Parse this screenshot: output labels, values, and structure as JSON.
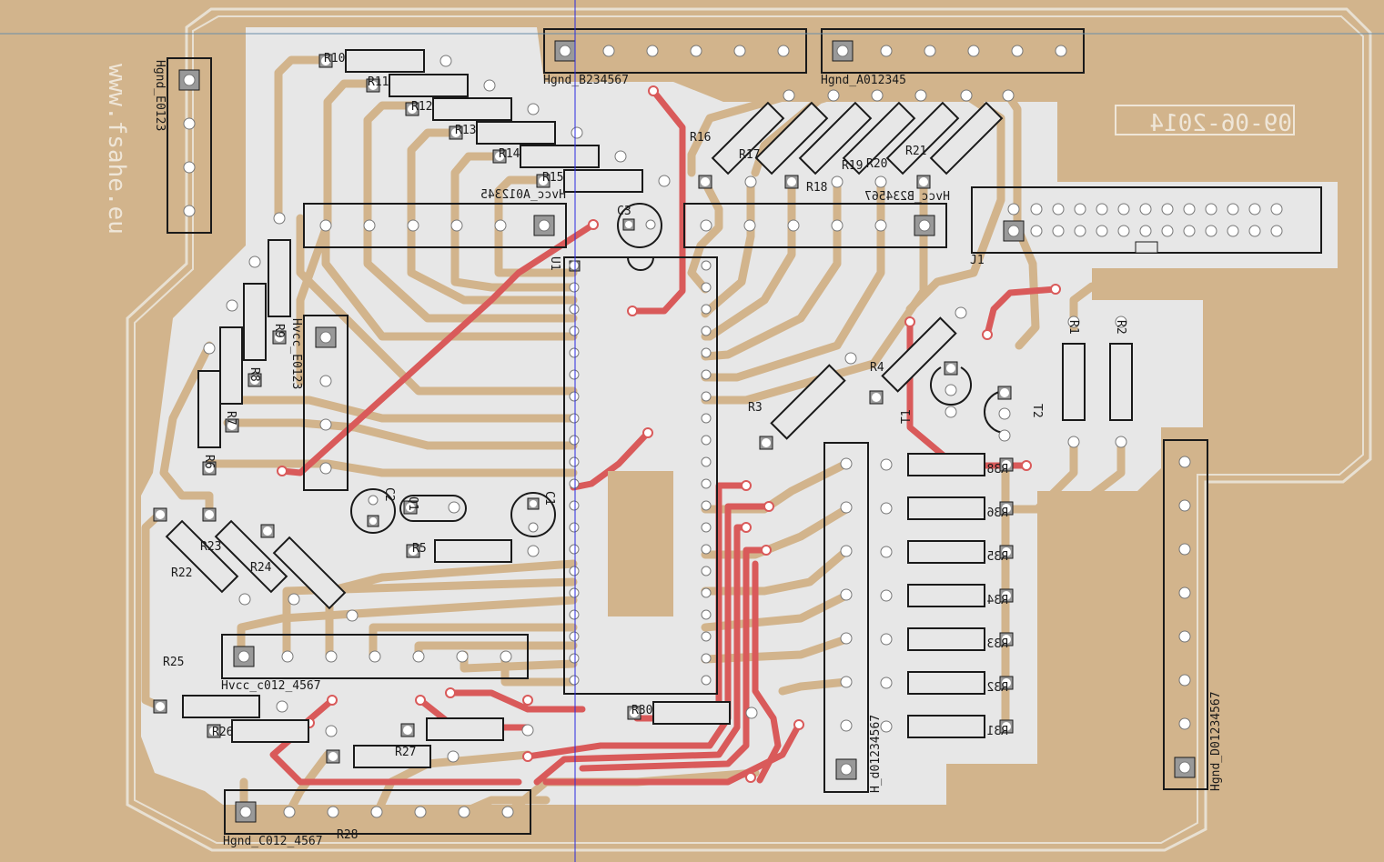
{
  "colors": {
    "board": "#d2b48c",
    "ground_fill": "#e7e7e7",
    "trace_bottom": "#d2b48c",
    "trace_top": "#d95a5a",
    "pad": "#ffffff",
    "outline": "#1a1a1a",
    "silkscreen": "#efe6d8",
    "crosshair_h": "#6a8ea8",
    "crosshair_v": "#2a2ae0"
  },
  "silkscreen": {
    "website": "www.fsahe.eu",
    "date": "09-06-2014"
  },
  "connectors": {
    "hgnd_e0123": "Hgnd_E0123",
    "hgnd_b234567": "Hgnd_B234567",
    "hgnd_a012345": "Hgnd_A012345",
    "hvcc_a012345": "Hvcc_A012345",
    "hvcc_b234567": "Hvcc_B234567",
    "hvcc_e0123": "Hvcc_E0123",
    "hvcc_c012_4567": "Hvcc_c012_4567",
    "hgnd_c012_4567": "Hgnd_C012_4567",
    "h_d01234567": "H_d01234567",
    "hgnd_d01234567": "Hgnd_D01234567",
    "j1": "J1"
  },
  "components": {
    "r10": "R10",
    "r11": "R11",
    "r12": "R12",
    "r13": "R13",
    "r14": "R14",
    "r15": "R15",
    "r16": "R16",
    "r17": "R17",
    "r18": "R18",
    "r19": "R19",
    "r20": "R20",
    "r21": "R21",
    "r3": "R3",
    "r4": "R4",
    "r5": "R5",
    "r6": "R6",
    "r7": "R7",
    "r8": "R8",
    "r9": "R9",
    "r22": "R22",
    "r23": "R23",
    "r24": "R24",
    "r25": "R25",
    "r26": "R26",
    "r27": "R27",
    "r28": "R28",
    "r30": "R30",
    "r1": "R1",
    "r2": "R2",
    "r31": "R31",
    "r32": "R32",
    "r33": "R33",
    "r34": "R34",
    "r35": "R35",
    "r36": "R36",
    "r38": "R38",
    "c1": "C1",
    "c2": "C2",
    "c3": "C3",
    "q1": "Q1",
    "t1": "T1",
    "t2": "T2",
    "u1": "U1"
  }
}
